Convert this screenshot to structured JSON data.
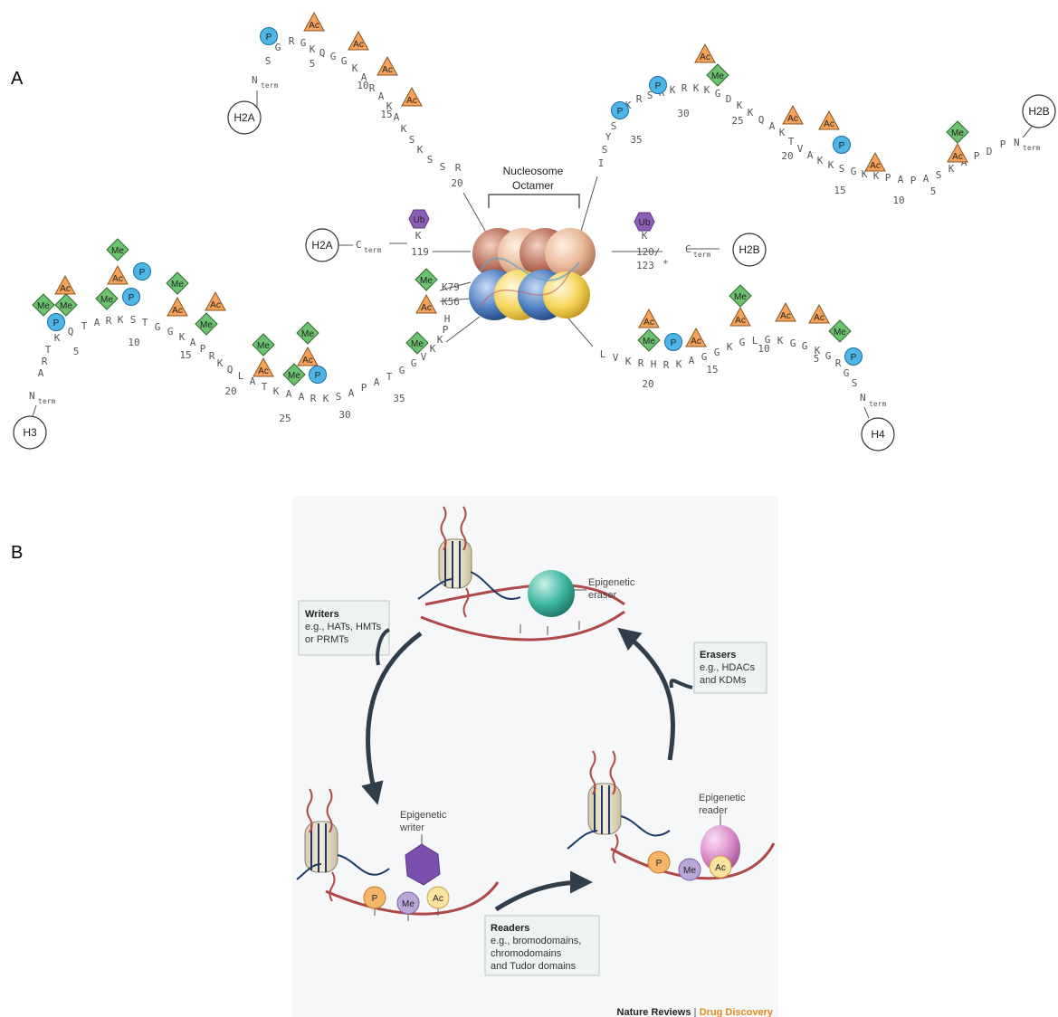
{
  "colors": {
    "acetyl": "#f5a25a",
    "methyl": "#6cc26e",
    "phospho": "#4db5e8",
    "ubiquitin": "#8b5fb5",
    "dna": "#b04848",
    "helix": "#1f3a66"
  },
  "panel_a": {
    "label": "A",
    "octamer_label_1": "Nucleosome",
    "octamer_label_2": "Octamer",
    "h2a_n": {
      "name": "H2A",
      "nterm": "N",
      "sub": "term",
      "residues": [
        "S",
        "G",
        "R",
        "G",
        "K",
        "Q",
        "G",
        "G",
        "K",
        "A",
        "R",
        "A",
        "K",
        "A",
        "K",
        "S",
        "K",
        "S",
        "S",
        "R"
      ],
      "numbers": [
        "5",
        "10",
        "15",
        "20"
      ]
    },
    "h2b_n": {
      "name": "H2B",
      "nterm": "N",
      "sub": "term",
      "residues": [
        "P",
        "D",
        "P",
        "A",
        "K",
        "S",
        "A",
        "P",
        "A",
        "P",
        "K",
        "K",
        "G",
        "S",
        "K",
        "K",
        "A",
        "V",
        "T",
        "K",
        "A",
        "Q",
        "K",
        "K",
        "D",
        "G",
        "K",
        "K",
        "R",
        "K",
        "R",
        "S",
        "R",
        "K",
        "E",
        "S",
        "Y",
        "S",
        "I"
      ],
      "numbers": [
        "5",
        "10",
        "15",
        "20",
        "25",
        "30",
        "35"
      ]
    },
    "h3_n": {
      "name": "H3",
      "nterm": "N",
      "sub": "term",
      "residues": [
        "A",
        "R",
        "T",
        "K",
        "Q",
        "T",
        "A",
        "R",
        "K",
        "S",
        "T",
        "G",
        "G",
        "K",
        "A",
        "P",
        "R",
        "K",
        "Q",
        "L",
        "A",
        "T",
        "K",
        "A",
        "A",
        "R",
        "K",
        "S",
        "A",
        "P",
        "A",
        "T",
        "G",
        "G",
        "V",
        "K",
        "K",
        "P",
        "H"
      ],
      "numbers": [
        "5",
        "10",
        "15",
        "20",
        "25",
        "30",
        "35"
      ]
    },
    "h4_n": {
      "name": "H4",
      "nterm": "N",
      "sub": "term",
      "residues": [
        "S",
        "G",
        "R",
        "G",
        "K",
        "G",
        "G",
        "K",
        "G",
        "L",
        "G",
        "K",
        "G",
        "G",
        "A",
        "K",
        "R",
        "H",
        "R",
        "K",
        "V",
        "L",
        "R",
        "D"
      ],
      "numbers": [
        "5",
        "10",
        "15",
        "20"
      ]
    },
    "h2a_c": {
      "name": "H2A",
      "cterm": "C",
      "sub": "term",
      "res": "K",
      "pos": "119"
    },
    "h2b_c": {
      "name": "H2B",
      "cterm": "C",
      "sub": "term",
      "res": "K",
      "pos1": "120/",
      "pos2": "123",
      "star": "*"
    },
    "core_marks": {
      "k79": "K79",
      "k56": "K56"
    },
    "ptm": {
      "ac": "Ac",
      "me": "Me",
      "p": "P",
      "ub": "Ub"
    }
  },
  "panel_b": {
    "label": "B",
    "eraser_label_1": "Epigenetic",
    "eraser_label_2": "eraser",
    "writer_label_1": "Epigenetic",
    "writer_label_2": "writer",
    "reader_label_1": "Epigenetic",
    "reader_label_2": "reader",
    "writers_box": {
      "title": "Writers",
      "lines": [
        "e.g., HATs, HMTs",
        "or PRMTs"
      ]
    },
    "erasers_box": {
      "title": "Erasers",
      "lines": [
        "e.g., HDACs",
        "and KDMs"
      ]
    },
    "readers_box": {
      "title": "Readers",
      "lines": [
        "e.g., bromodomains,",
        "chromodomains",
        "and Tudor domains"
      ]
    },
    "marks": {
      "p": "P",
      "me": "Me",
      "ac": "Ac"
    },
    "credit_journal": "Nature Reviews",
    "credit_sep": " | ",
    "credit_section": "Drug Discovery"
  }
}
